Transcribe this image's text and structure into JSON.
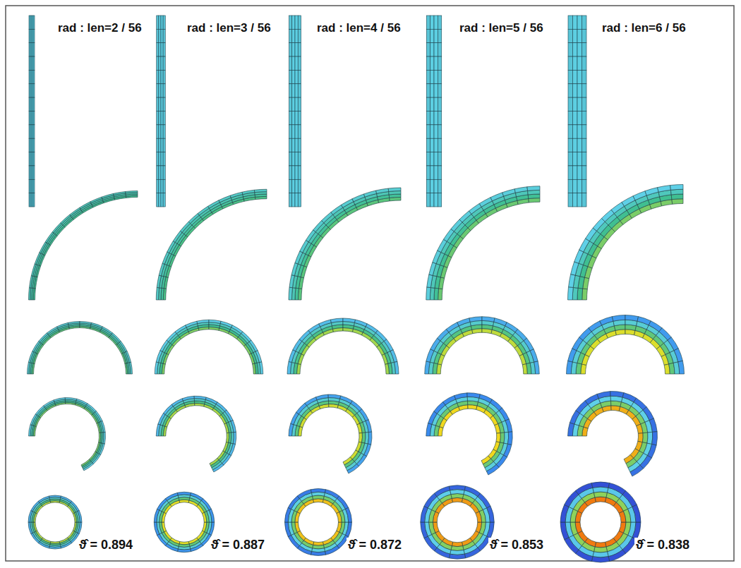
{
  "diagram": {
    "labels": [
      "rad : len=2 / 56",
      "rad : len=3 / 56",
      "rad : len=4 / 56",
      "rad : len=5 / 56",
      "rad : len=6 / 56",
      "ϑ̂ = 0.894",
      "ϑ̂ = 0.887",
      "ϑ̂ = 0.872",
      "ϑ̂ = 0.853",
      "ϑ̂ = 0.838"
    ]
  }
}
